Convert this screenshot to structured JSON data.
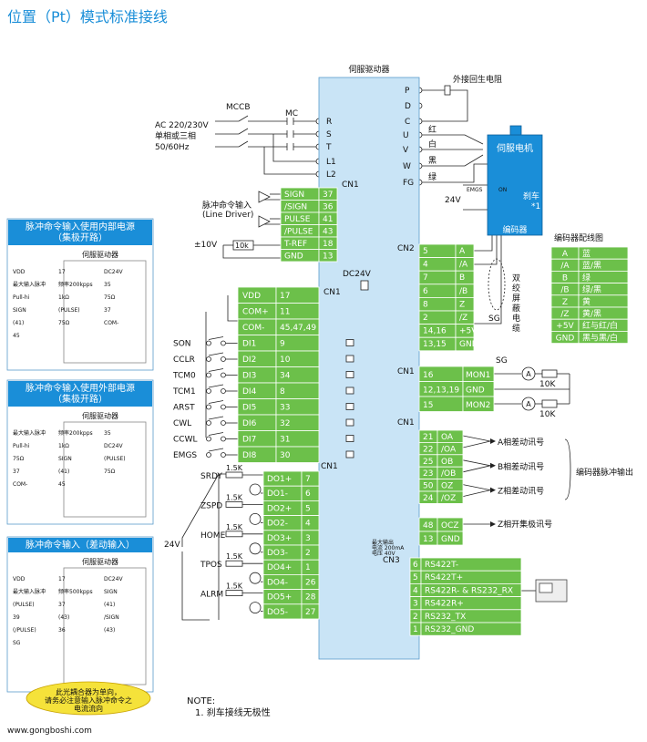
{
  "title": "位置（Pt）模式标准接线",
  "driver_label": "伺服驱动器",
  "power": {
    "lines": [
      "AC 220/230V",
      "单相或三相",
      "50/60Hz"
    ],
    "mccb": "MCCB",
    "mc": "MC",
    "terminals": [
      "R",
      "S",
      "T",
      "L1",
      "L2"
    ],
    "regen_terminals": [
      "P",
      "D",
      "C"
    ],
    "regen_label": "外接回生电阻",
    "motor_terminals": [
      "U",
      "V",
      "W",
      "FG"
    ],
    "wire_colors": [
      "红",
      "白",
      "黑",
      "绿"
    ]
  },
  "motor": {
    "label": "伺服电机",
    "encoder": "编码器",
    "brake": "刹车",
    "brake_note": "*1",
    "emgs": "EMGS",
    "on": "ON",
    "voltage": "24V"
  },
  "connectors": {
    "cn1": "CN1",
    "cn2": "CN2",
    "cn3": "CN3",
    "dc24v": "DC24V",
    "sg": "SG"
  },
  "pulse": {
    "caption": [
      "脉冲命令输入",
      "(Line Driver)"
    ],
    "rows": [
      {
        "name": "SIGN",
        "pin": "37"
      },
      {
        "name": "/SIGN",
        "pin": "36"
      },
      {
        "name": "PULSE",
        "pin": "41"
      },
      {
        "name": "/PULSE",
        "pin": "43"
      },
      {
        "name": "T-REF",
        "pin": "18"
      },
      {
        "name": "GND",
        "pin": "13"
      }
    ],
    "supply": "±10V",
    "pot": "10k"
  },
  "inputs": {
    "power_rows": [
      {
        "name": "VDD",
        "pin": "17"
      },
      {
        "name": "COM+",
        "pin": "11"
      },
      {
        "name": "COM-",
        "pin": "45,47,49"
      }
    ],
    "rows": [
      {
        "sig": "SON",
        "name": "DI1",
        "pin": "9"
      },
      {
        "sig": "CCLR",
        "name": "DI2",
        "pin": "10"
      },
      {
        "sig": "TCM0",
        "name": "DI3",
        "pin": "34"
      },
      {
        "sig": "TCM1",
        "name": "DI4",
        "pin": "8"
      },
      {
        "sig": "ARST",
        "name": "DI5",
        "pin": "33"
      },
      {
        "sig": "CWL",
        "name": "DI6",
        "pin": "32"
      },
      {
        "sig": "CCWL",
        "name": "DI7",
        "pin": "31"
      },
      {
        "sig": "EMGS",
        "name": "DI8",
        "pin": "30"
      }
    ]
  },
  "outputs": {
    "rows": [
      {
        "name": "DO1+",
        "pin": "7"
      },
      {
        "name": "DO1-",
        "pin": "6"
      },
      {
        "name": "DO2+",
        "pin": "5"
      },
      {
        "name": "DO2-",
        "pin": "4"
      },
      {
        "name": "DO3+",
        "pin": "3"
      },
      {
        "name": "DO3-",
        "pin": "2"
      },
      {
        "name": "DO4+",
        "pin": "1"
      },
      {
        "name": "DO4-",
        "pin": "26"
      },
      {
        "name": "DO5+",
        "pin": "28"
      },
      {
        "name": "DO5-",
        "pin": "27"
      }
    ],
    "signals": [
      "SRDY",
      "ZSPD",
      "HOME",
      "TPOS",
      "ALRM"
    ],
    "resistor": "1.5K",
    "supply": "24V"
  },
  "encoder_cn2": {
    "rows": [
      {
        "pin": "5",
        "name": "A"
      },
      {
        "pin": "4",
        "name": "/A"
      },
      {
        "pin": "7",
        "name": "B"
      },
      {
        "pin": "6",
        "name": "/B"
      },
      {
        "pin": "8",
        "name": "Z"
      },
      {
        "pin": "2",
        "name": "/Z"
      },
      {
        "pin": "14,16",
        "name": "+5V"
      },
      {
        "pin": "13,15",
        "name": "GND"
      }
    ],
    "cable": [
      "双",
      "绞",
      "屏",
      "蔽",
      "电",
      "缆"
    ]
  },
  "encoder_table": {
    "title": "编码器配线图",
    "rows": [
      {
        "sig": "A",
        "color": "蓝"
      },
      {
        "sig": "/A",
        "color": "蓝/黑"
      },
      {
        "sig": "B",
        "color": "绿"
      },
      {
        "sig": "/B",
        "color": "绿/黑"
      },
      {
        "sig": "Z",
        "color": "黄"
      },
      {
        "sig": "/Z",
        "color": "黄/黑"
      },
      {
        "sig": "+5V",
        "color": "红与红/白"
      },
      {
        "sig": "GND",
        "color": "黑与黑/白"
      }
    ]
  },
  "monitor": {
    "rows": [
      {
        "pin": "16",
        "name": "MON1"
      },
      {
        "pin": "12,13,19",
        "name": "GND"
      },
      {
        "pin": "15",
        "name": "MON2"
      }
    ],
    "meter": "A",
    "resistor": "10K"
  },
  "encoder_out": {
    "rows": [
      {
        "pin": "21",
        "name": "OA"
      },
      {
        "pin": "22",
        "name": "/OA"
      },
      {
        "pin": "25",
        "name": "OB"
      },
      {
        "pin": "23",
        "name": "/OB"
      },
      {
        "pin": "50",
        "name": "OZ"
      },
      {
        "pin": "24",
        "name": "/OZ"
      }
    ],
    "signals": [
      "A相差动讯号",
      "B相差动讯号",
      "Z相差动讯号"
    ],
    "side": "编码器脉冲输出",
    "oc_rows": [
      {
        "pin": "48",
        "name": "OCZ"
      },
      {
        "pin": "13",
        "name": "GND"
      }
    ],
    "oc_signal": "Z相开集极讯号",
    "oc_note": [
      "最大输出",
      "电流 200mA",
      "电压 40V"
    ]
  },
  "cn3": {
    "rows": [
      {
        "pin": "6",
        "name": "RS422T-"
      },
      {
        "pin": "5",
        "name": "RS422T+"
      },
      {
        "pin": "4",
        "name": "RS422R- & RS232_RX"
      },
      {
        "pin": "3",
        "name": "RS422R+"
      },
      {
        "pin": "2",
        "name": "RS232_TX"
      },
      {
        "pin": "1",
        "name": "RS232_GND"
      }
    ]
  },
  "panels": [
    {
      "title": [
        "脉冲命令输入使用内部电源",
        "（集极开路）"
      ],
      "driver": "伺服驱动器",
      "labels": [
        "VDD",
        "17",
        "DC24V",
        "最大输入脉冲",
        "频率200kpps",
        "35",
        "Pull-hi",
        "1kΩ",
        "75Ω",
        "SIGN",
        "(PULSE)",
        "37",
        "(41)",
        "75Ω",
        "COM-",
        "45"
      ]
    },
    {
      "title": [
        "脉冲命令输入使用外部电源",
        "（集极开路）"
      ],
      "driver": "伺服驱动器",
      "labels": [
        "最大输入脉冲",
        "频率200kpps",
        "35",
        "Pull-hi",
        "1kΩ",
        "DC24V",
        "75Ω",
        "SIGN",
        "(PULSE)",
        "37",
        "(41)",
        "75Ω",
        "COM-",
        "45"
      ]
    },
    {
      "title": [
        "脉冲命令输入（差动输入）"
      ],
      "driver": "伺服驱动器",
      "labels": [
        "VDD",
        "17",
        "DC24V",
        "最大输入脉冲",
        "频率500kpps",
        "SIGN",
        "(PULSE)",
        "37",
        "(41)",
        "39",
        "(43)",
        "/SIGN",
        "(/PULSE)",
        "36",
        "(43)",
        "SG"
      ]
    }
  ],
  "note": {
    "heading": "NOTE:",
    "items": [
      "1. 刹车接线无极性"
    ]
  },
  "caution": [
    "此光耦合器为单向，",
    "请务必注意输入脉冲命令之",
    "电流流向"
  ],
  "watermark": "www.gongboshi.com"
}
